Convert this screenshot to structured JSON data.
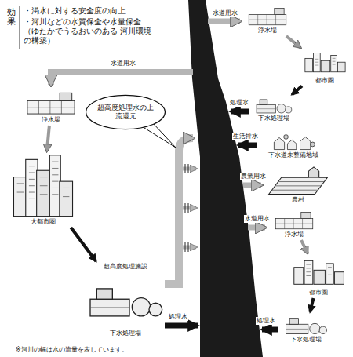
{
  "diagram": {
    "caption": "※河川の幅は水の流量を表しています。",
    "nodes": [
      {
        "text": [
          "浄水場"
        ]
      },
      {
        "text": [
          "都市圏"
        ]
      },
      {
        "text": [
          "下水処理場"
        ]
      },
      {
        "text": [
          "下水道未整備地域"
        ]
      },
      {
        "text": [
          "農村"
        ]
      },
      {
        "text": [
          "浄水場"
        ]
      },
      {
        "text": [
          "都市圏"
        ]
      },
      {
        "text": [
          "下水処理場"
        ]
      },
      {
        "text": [
          "浄水場"
        ]
      },
      {
        "text": [
          "大都市圏"
        ]
      },
      {
        "text": [
          "超高度処理施設",
          "下水処理場"
        ]
      },
      {
        "text": [
          "超高度処理水の上流還元"
        ]
      }
    ],
    "edges": [
      {
        "from": 0,
        "to": 1,
        "arrow": "to"
      },
      {
        "from": 1,
        "to": 2,
        "arrow": "to"
      },
      {
        "from": 5,
        "to": 6,
        "arrow": "to"
      },
      {
        "from": 6,
        "to": 7,
        "arrow": "to"
      },
      {
        "from": 8,
        "to": 9,
        "arrow": "to"
      },
      {
        "from": 9,
        "to": 10,
        "arrow": "to"
      }
    ],
    "labels": [
      "効果",
      "・渇水に対する安全度の向上",
      "・河川などの水質保全や水量保全 （ゆたかでうるおいのある 河川環境の構築）",
      "水道用水",
      "処理水",
      "生活排水",
      "農業用水",
      "水道用水",
      "処理水",
      "水道用水",
      "処理水"
    ]
  }
}
